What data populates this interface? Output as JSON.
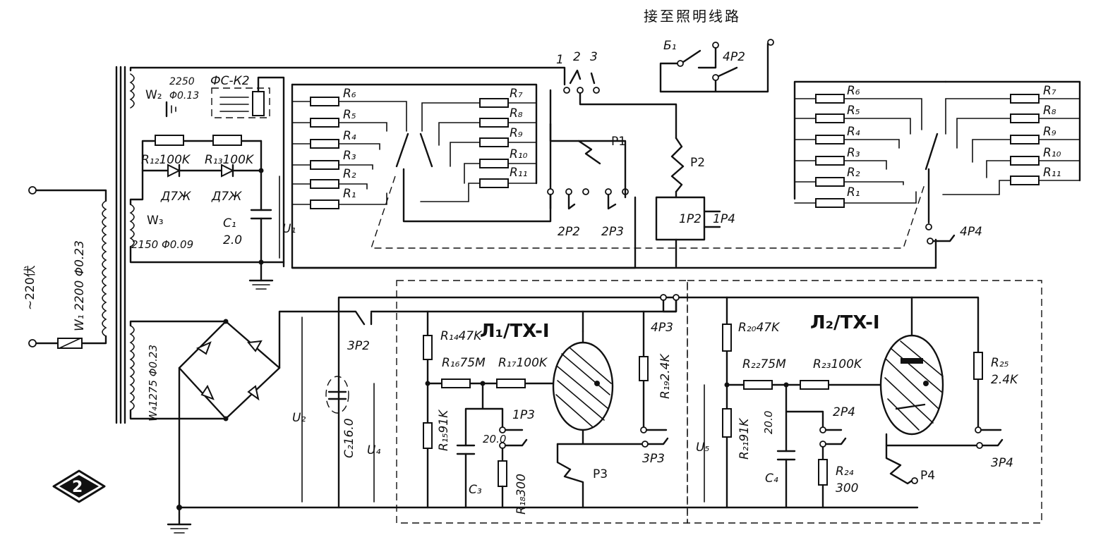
{
  "header": {
    "title": "接至照明线路"
  },
  "mains": {
    "voltage": "~220伏",
    "winding": "W₁ 2200 Φ0.23"
  },
  "power": {
    "w2": "W₂",
    "w2_spec_turns": "2250",
    "w2_spec_wire": "Φ0.13",
    "fsk": "ФС-К2",
    "w3": "W₃",
    "w3_spec": "2150 Φ0.09",
    "w4": "W₄1275 Φ0.23",
    "r12": "R₁₂100K",
    "r13": "R₁₃100K",
    "d1": "Д7Ж",
    "d2": "Д7Ж",
    "c1": "C₁",
    "c1_val": "2.0",
    "u1": "U₁",
    "u2": "U₂",
    "c2": "C₂16.0",
    "u4": "U₄"
  },
  "relays": {
    "sw1": "1",
    "sw2": "2",
    "sw3": "3",
    "p1": "P1",
    "p2": "P2",
    "b1": "Б₁",
    "c4p2": "4P2",
    "c1p2": "1P2",
    "c1p4": "1P4",
    "c2p2": "2P2",
    "c2p3": "2P3",
    "c3p2": "3P2",
    "c4p3": "4P3",
    "c4p4": "4P4"
  },
  "left_bank": [
    "R₆",
    "R₅",
    "R₄",
    "R₃",
    "R₂",
    "R₁"
  ],
  "left_bank_right": [
    "R₇",
    "R₈",
    "R₉",
    "R₁₀",
    "R₁₁"
  ],
  "right_bank": [
    "R₆",
    "R₅",
    "R₄",
    "R₃",
    "R₂",
    "R₁"
  ],
  "right_bank_right": [
    "R₇",
    "R₈",
    "R₉",
    "R₁₀",
    "R₁₁"
  ],
  "stage1": {
    "tube": "Л₁/TX-I",
    "r14": "R₁₄47K",
    "r16": "R₁₆75M",
    "r17": "R₁₇100K",
    "r15": "R₁₅91K",
    "c3": "C₃",
    "c3_val": "20.0",
    "r18": "R₁₈300",
    "r19": "R₁₉2.4K",
    "c1p3": "1P3",
    "c3p3": "3P3",
    "p3": "P3"
  },
  "stage2": {
    "tube": "Л₂/TX-I",
    "r20": "R₂₀47K",
    "r22": "R₂₂75M",
    "r23": "R₂₃100K",
    "r21": "R₂₁91K",
    "c4": "C₄",
    "c4_val": "20.0",
    "r24": "R₂₄",
    "r24_val": "300",
    "r25": "R₂₅",
    "r25_val": "2.4K",
    "c2p4": "2P4",
    "c3p4": "3P4",
    "u5": "U₅",
    "p4": "P4"
  },
  "figure": {
    "number": "2"
  }
}
